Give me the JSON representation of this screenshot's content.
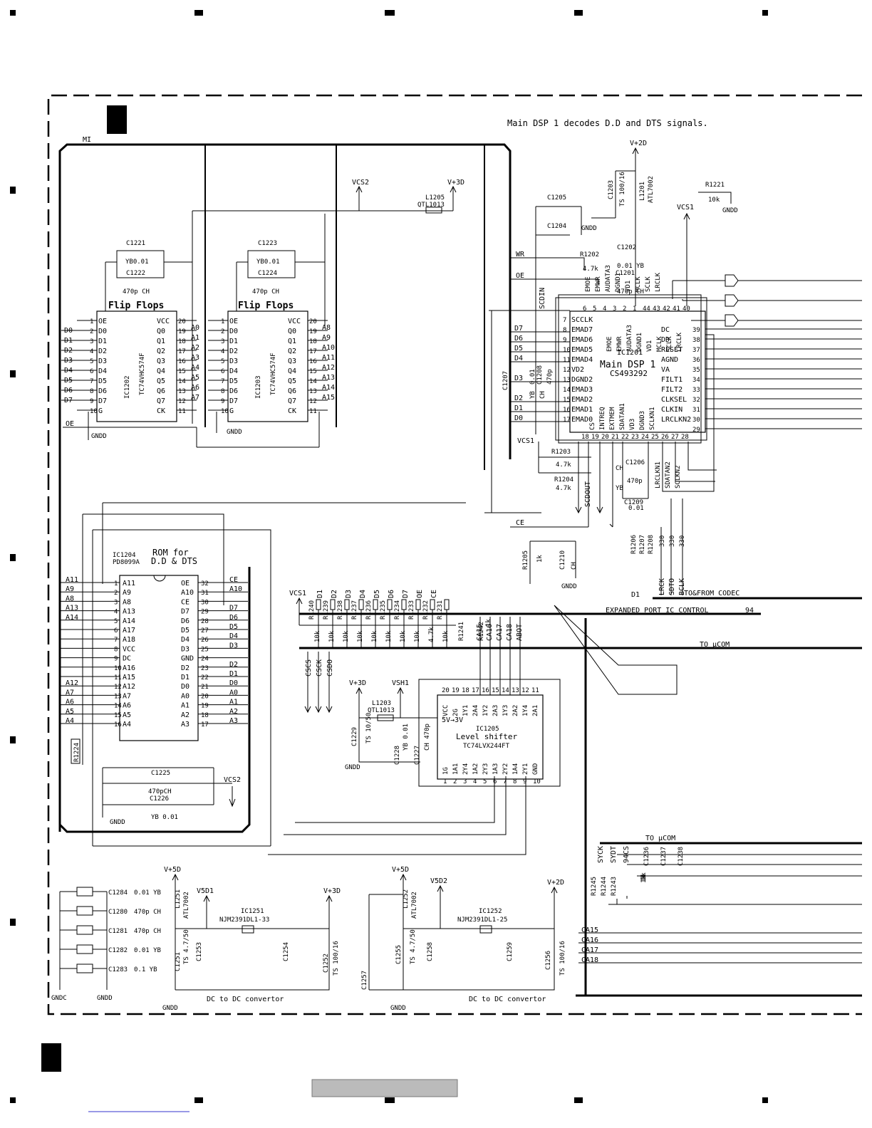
{
  "header_note": "Main DSP 1 decodes D.D and DTS signals.",
  "frame_label": "MI",
  "rails": {
    "v2d": "V+2D",
    "v3d": "V+3D",
    "v5d": "V+5D",
    "vcs1": "VCS1",
    "vcs2": "VCS2",
    "vsh1": "VSH1",
    "v5d1": "V5D1",
    "v5d2": "V5D2",
    "gndd": "GNDD",
    "gndc": "GNDC"
  },
  "ff1": {
    "title": "Flip Flops",
    "ref": "IC1202",
    "part": "TC74VHC574F",
    "left_pins": [
      [
        "1",
        "OE"
      ],
      [
        "2",
        "D0"
      ],
      [
        "3",
        "D1"
      ],
      [
        "4",
        "D2"
      ],
      [
        "5",
        "D3"
      ],
      [
        "6",
        "D4"
      ],
      [
        "7",
        "D5"
      ],
      [
        "8",
        "D6"
      ],
      [
        "9",
        "D7"
      ],
      [
        "10",
        "G"
      ]
    ],
    "right_pins": [
      [
        "20",
        "VCC"
      ],
      [
        "19",
        "Q0"
      ],
      [
        "18",
        "Q1"
      ],
      [
        "17",
        "Q2"
      ],
      [
        "16",
        "Q3"
      ],
      [
        "15",
        "Q4"
      ],
      [
        "14",
        "Q5"
      ],
      [
        "13",
        "Q6"
      ],
      [
        "12",
        "Q7"
      ],
      [
        "11",
        "CK"
      ]
    ],
    "in_nets": [
      "D0",
      "D1",
      "D2",
      "D3",
      "D4",
      "D5",
      "D6",
      "D7"
    ],
    "out_nets": [
      "A0",
      "A1",
      "A2",
      "A3",
      "A4",
      "A5",
      "A6",
      "A7"
    ],
    "cap_a": "C1221",
    "cap_a_val": "YB0.01",
    "cap_b": "C1222",
    "cap_b_val": "470p CH"
  },
  "ff2": {
    "title": "Flip Flops",
    "ref": "IC1203",
    "part": "TC74VHC574F",
    "left_pins": [
      [
        "1",
        "OE"
      ],
      [
        "2",
        "D0"
      ],
      [
        "3",
        "D1"
      ],
      [
        "4",
        "D2"
      ],
      [
        "5",
        "D3"
      ],
      [
        "6",
        "D4"
      ],
      [
        "7",
        "D5"
      ],
      [
        "8",
        "D6"
      ],
      [
        "9",
        "D7"
      ],
      [
        "10",
        "G"
      ]
    ],
    "right_pins": [
      [
        "20",
        "VCC"
      ],
      [
        "19",
        "Q0"
      ],
      [
        "18",
        "Q1"
      ],
      [
        "17",
        "Q2"
      ],
      [
        "16",
        "Q3"
      ],
      [
        "15",
        "Q4"
      ],
      [
        "14",
        "Q5"
      ],
      [
        "13",
        "Q6"
      ],
      [
        "12",
        "Q7"
      ],
      [
        "11",
        "CK"
      ]
    ],
    "out_nets": [
      "A8",
      "A9",
      "A10",
      "A11",
      "A12",
      "A13",
      "A14",
      "A15"
    ],
    "cap_a": "C1223",
    "cap_a_val": "YB0.01",
    "cap_b": "C1224",
    "cap_b_val": "470p CH"
  },
  "oe_net": "OE",
  "l1205": {
    "ref": "L1205",
    "val": "QTL1013"
  },
  "dsp": {
    "ref": "IC1201",
    "title": "Main DSP 1",
    "part": "CS493292",
    "left_pins": [
      [
        "7",
        "SCCLK"
      ],
      [
        "8",
        "EMAD7"
      ],
      [
        "9",
        "EMAD6"
      ],
      [
        "10",
        "EMAD5"
      ],
      [
        "11",
        "EMAD4"
      ],
      [
        "12",
        "VD2"
      ],
      [
        "13",
        "DGND2"
      ],
      [
        "14",
        "EMAD3"
      ],
      [
        "15",
        "EMAD2"
      ],
      [
        "16",
        "EMAD1"
      ],
      [
        "17",
        "EMAD0"
      ]
    ],
    "right_pins": [
      [
        "39",
        "DC"
      ],
      [
        "38",
        "DD"
      ],
      [
        "37",
        "RESET"
      ],
      [
        "36",
        "AGND"
      ],
      [
        "35",
        "VA"
      ],
      [
        "34",
        "FILT1"
      ],
      [
        "33",
        "FILT2"
      ],
      [
        "32",
        "CLKSEL"
      ],
      [
        "31",
        "CLKIN"
      ],
      [
        "30",
        "LRCLKN2"
      ],
      [
        "29",
        ""
      ]
    ],
    "top_nums": [
      "6",
      "5",
      "4",
      "3",
      "2",
      "1",
      "44",
      "43",
      "42",
      "41",
      "40"
    ],
    "top_names": [
      "EMOE",
      "EMWR",
      "AUDATA3",
      "DGND1",
      "VD1",
      "MCLK",
      "SCLK",
      "LRCLK"
    ],
    "bot_nums": [
      "18",
      "19",
      "20",
      "21",
      "22",
      "23",
      "24",
      "25",
      "26",
      "27",
      "28"
    ],
    "bot_names": [
      "CS",
      "INTREQ",
      "EXTMEM",
      "SDATAN1",
      "VD3",
      "DGND3",
      "SCLKN1"
    ],
    "bus_nets": [
      "D7",
      "D6",
      "D5",
      "D4",
      "D3",
      "D2",
      "D1",
      "D0"
    ],
    "wr": "WR",
    "oe": "OE",
    "scdin": "SCDIN",
    "scdout": "SCDOUT",
    "ce": "CE",
    "lr_nets": [
      "LRCLKN1",
      "SDATAN2",
      "SCLKN2"
    ]
  },
  "dsp_parts": {
    "c1205": "C1205",
    "c1204": "C1204",
    "c1203": "C1203",
    "c1203_v": "TS 100/16",
    "l1201": "L1201",
    "l1201_v": "ATL7002",
    "r1221": "R1221",
    "r1221_v": "10k",
    "r1202": "R1202",
    "r1202_v": "4.7k",
    "c1202": "C1202",
    "c1202_v": "0.01 YB",
    "c1201": "C1201",
    "c1201_v": "470p CH",
    "c1207": "C1207",
    "c1207_v": "0.01",
    "c1208": "C1208",
    "c1208_v": "470p",
    "yb": "YB",
    "ch": "CH",
    "r1203": "R1203",
    "r1203_v": "4.7k",
    "r1204": "R1204",
    "r1204_v": "4.7k",
    "c1206": "C1206",
    "c1206_v": "470p",
    "c1209": "C1209",
    "c1209_v": "0.01",
    "r1205": "R1205",
    "r1205_v": "1k",
    "c1210": "C1210",
    "c1210_v": "CH",
    "r1206": "R1206",
    "r1207": "R1207",
    "r1208": "R1208",
    "r_val": "330",
    "lrck": "LRCK",
    "sdto": "SDTO",
    "bclk": "BCLK",
    "d1": "D1"
  },
  "buses": {
    "codec": "TO&FROM CODEC",
    "expanded": "EXPANDED PORT IC CONTROL",
    "expanded_ref": "94",
    "ucom": "TO μCOM",
    "ucom2": "TO μCOM"
  },
  "rom": {
    "ref": "IC1204",
    "part": "PD8099A",
    "title": "ROM for",
    "title2": "D.D & DTS",
    "left_pins": [
      [
        "1",
        "A11"
      ],
      [
        "2",
        "A9"
      ],
      [
        "3",
        "A8"
      ],
      [
        "4",
        "A13"
      ],
      [
        "5",
        "A14"
      ],
      [
        "6",
        "A17"
      ],
      [
        "7",
        "A18"
      ],
      [
        "8",
        "VCC"
      ],
      [
        "9",
        "DC"
      ],
      [
        "10",
        "A16"
      ],
      [
        "11",
        "A15"
      ],
      [
        "12",
        "A12"
      ],
      [
        "13",
        "A7"
      ],
      [
        "14",
        "A6"
      ],
      [
        "15",
        "A5"
      ],
      [
        "16",
        "A4"
      ]
    ],
    "right_pins": [
      [
        "32",
        "OE"
      ],
      [
        "31",
        "A10"
      ],
      [
        "30",
        "CE"
      ],
      [
        "29",
        "D7"
      ],
      [
        "28",
        "D6"
      ],
      [
        "27",
        "D5"
      ],
      [
        "26",
        "D4"
      ],
      [
        "25",
        "D3"
      ],
      [
        "24",
        "GND"
      ],
      [
        "23",
        "D2"
      ],
      [
        "22",
        "D1"
      ],
      [
        "21",
        "D0"
      ],
      [
        "20",
        "A0"
      ],
      [
        "19",
        "A1"
      ],
      [
        "18",
        "A2"
      ],
      [
        "17",
        "A3"
      ]
    ],
    "left_nets": [
      "A11",
      "A9",
      "A8",
      "A13",
      "A14",
      "",
      "",
      "",
      "",
      "",
      "",
      "A12",
      "A7",
      "A6",
      "A5",
      "A4"
    ],
    "right_nets": [
      "CE",
      "A10",
      "",
      "D7",
      "D6",
      "D5",
      "D4",
      "D3",
      "",
      "D2",
      "D1",
      "D0",
      "A0",
      "A1",
      "A2",
      "A3"
    ],
    "r1224": "R1224",
    "c1225": "C1225",
    "c1225_v": "470pCH",
    "c1226": "C1226",
    "c1226_v": "YB 0.01"
  },
  "pullups": {
    "labels": [
      "R1240",
      "R1239",
      "R1238",
      "R1237",
      "R1236",
      "R1235",
      "R1234",
      "R1233",
      "R1232",
      "R1231"
    ],
    "nets": [
      "D1",
      "D2",
      "D3",
      "D4",
      "D5",
      "D6",
      "D7",
      "OE",
      "CE",
      ""
    ],
    "values": [
      "10k",
      "10k",
      "10k",
      "10k",
      "10k",
      "10k",
      "10k",
      "10k",
      "4.7k",
      "10k"
    ],
    "r1241": "R1241",
    "r1242": "R1242",
    "r1242_v": "1k"
  },
  "shifter": {
    "ref": "IC1205",
    "title": "Level shifter",
    "part": "TC74LVX244FT",
    "dir": "5V→3V",
    "top_nums": [
      "20",
      "19",
      "18",
      "17",
      "16",
      "15",
      "14",
      "13",
      "12",
      "11"
    ],
    "top_names": [
      "VCC",
      "2G",
      "1Y1",
      "2A4",
      "1Y2",
      "2A3",
      "1Y3",
      "2A2",
      "1Y4",
      "2A1"
    ],
    "bot_nums": [
      "1",
      "2",
      "3",
      "4",
      "5",
      "6",
      "7",
      "8",
      "9",
      "10"
    ],
    "bot_names": [
      "1G",
      "1A1",
      "2Y4",
      "1A2",
      "2Y3",
      "1A3",
      "2Y2",
      "1A4",
      "2Y1",
      "GND"
    ],
    "in_nets": [
      "CA15",
      "CA16",
      "CA17",
      "CA18",
      "ABOT"
    ],
    "cs_nets": [
      "CSCS",
      "CSCK",
      "CSDO"
    ],
    "l1203": "L1203",
    "l1203_v": "QTL1013",
    "c1229": "C1229",
    "c1229_v": "TS 10/50",
    "c1228": "C1228",
    "c1228_v": "YB 0.01",
    "c1227": "C1227",
    "c1227_v": "CH 470p"
  },
  "dc1": {
    "ref": "IC1251",
    "part": "NJM2391DL1-33",
    "title": "DC to DC convertor",
    "l": "L1251",
    "l_v": "ATL7002",
    "c_in": "C1251",
    "c_in_v": "TS 4.7/50",
    "c_a": "C1253",
    "c_b": "C1254",
    "c_out": "C1252",
    "c_out_v": "TS 100/16"
  },
  "dc2": {
    "ref": "IC1252",
    "part": "NJM2391DL1-25",
    "title": "DC to DC convertor",
    "l": "L1252",
    "l_v": "ATL7002",
    "c_in": "C1255",
    "c_in_v": "TS 4.7/50",
    "c_a": "C1258",
    "c_b": "C1259",
    "c_out": "C1256",
    "c_out_v": "TS 100/16",
    "c_x": "C1257"
  },
  "bypass": [
    {
      "ref": "C1284",
      "val": "0.01 YB"
    },
    {
      "ref": "C1280",
      "val": "470p CH"
    },
    {
      "ref": "C1281",
      "val": "470p CH"
    },
    {
      "ref": "C1282",
      "val": "0.01 YB"
    },
    {
      "ref": "C1283",
      "val": "0.1  YB"
    }
  ],
  "ucom_block": {
    "pins": [
      "SYCK",
      "SYDT",
      "94CS"
    ],
    "resistors": [
      [
        "R1245",
        "1k"
      ],
      [
        "R1244",
        "1k"
      ],
      [
        "R1243",
        "1k"
      ]
    ],
    "caps": [
      "C1236",
      "C1237",
      "C1238"
    ],
    "ca_nets": [
      "CA15",
      "CA16",
      "CA17",
      "CA18"
    ]
  },
  "section_letters": {
    "top": "",
    "bottom": ""
  }
}
